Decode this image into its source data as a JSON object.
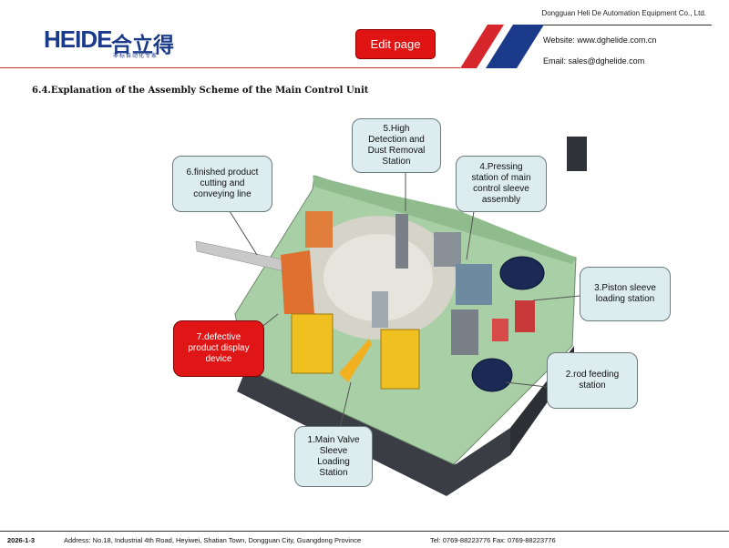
{
  "header": {
    "company": "Dongguan Heli De Automation Equipment Co., Ltd.",
    "logo_text": "HEIDE",
    "logo_cn": "合立得",
    "logo_sub": "非标自动化专家",
    "edit_button": "Edit page",
    "website": "Website: www.dghelide.com.cn",
    "email": "Email: sales@dghelide.com",
    "accent_red": "#e11414",
    "accent_blue": "#1b3a8a"
  },
  "heading": "6.4.Explanation of the Assembly Scheme of the Main Control Unit",
  "callouts": {
    "c1": [
      "1.Main Valve",
      "Sleeve",
      "Loading",
      "Station"
    ],
    "c2": [
      "2.rod feeding",
      "station"
    ],
    "c3": [
      "3.Piston sleeve",
      "loading station"
    ],
    "c4": [
      "4.Pressing",
      "station of main",
      "control sleeve",
      "assembly"
    ],
    "c5": [
      "5.High",
      "Detection and",
      "Dust Removal",
      "Station"
    ],
    "c6": [
      "6.finished product",
      "cutting and",
      "conveying line"
    ],
    "c7": [
      "7.defective",
      "product display",
      "device"
    ]
  },
  "footer": {
    "date": "2026-1-3",
    "address": "Address: No.18, Industrial 4th Road, Heyiwei, Shatian Town, Dongguan City, Guangdong Province",
    "tel": "Tel: 0769-88223776 Fax: 0769-88223776"
  }
}
